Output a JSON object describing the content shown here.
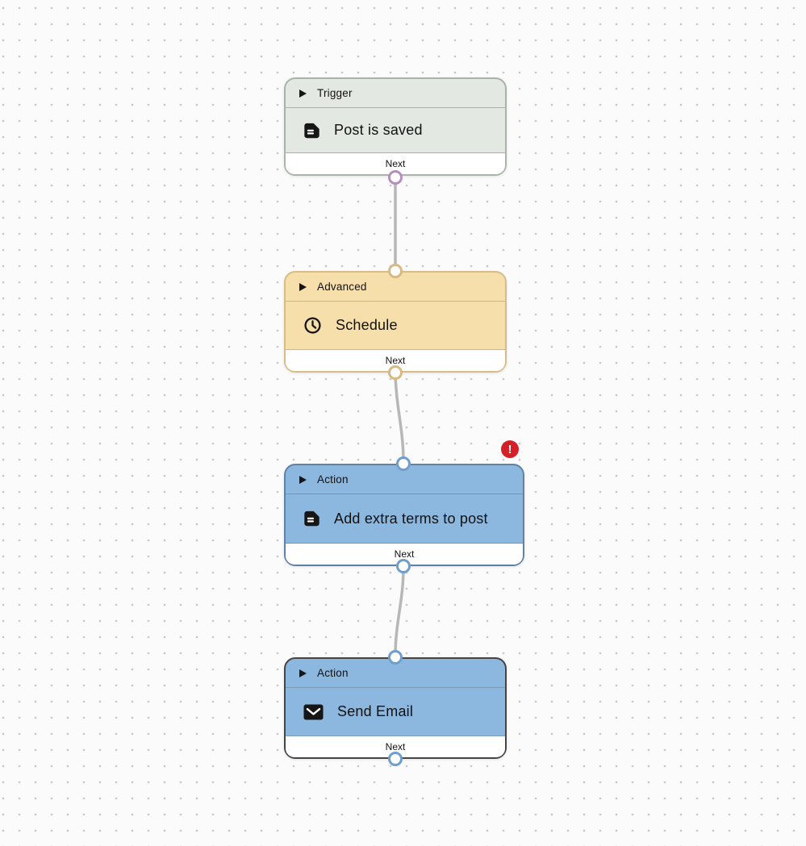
{
  "canvas": {
    "background_color": "#fbfbfb",
    "dot_color": "#c9c9c9"
  },
  "nodes": [
    {
      "category": "Trigger",
      "title": "Post is saved",
      "icon": "document-icon",
      "footer": "Next",
      "fill_color": "#e4e8e2",
      "border_color": "#aab3aa",
      "port_color": "#b48ebc"
    },
    {
      "category": "Advanced",
      "title": "Schedule",
      "icon": "clock-icon",
      "footer": "Next",
      "fill_color": "#f7dfab",
      "border_color": "#d9bc85",
      "port_color": "#d7ba83"
    },
    {
      "category": "Action",
      "title": "Add extra terms to post",
      "icon": "document-icon",
      "footer": "Next",
      "fill_color": "#8cb8e0",
      "border_color": "#5d83a6",
      "port_color": "#6f9ecd",
      "has_error": true
    },
    {
      "category": "Action",
      "title": "Send Email",
      "icon": "mail-icon",
      "footer": "Next",
      "fill_color": "#8cb8e0",
      "border_color": "#454545",
      "port_color": "#6f9ecd",
      "selected": true
    }
  ],
  "error_badge": {
    "symbol": "!",
    "color": "#d41f27"
  }
}
